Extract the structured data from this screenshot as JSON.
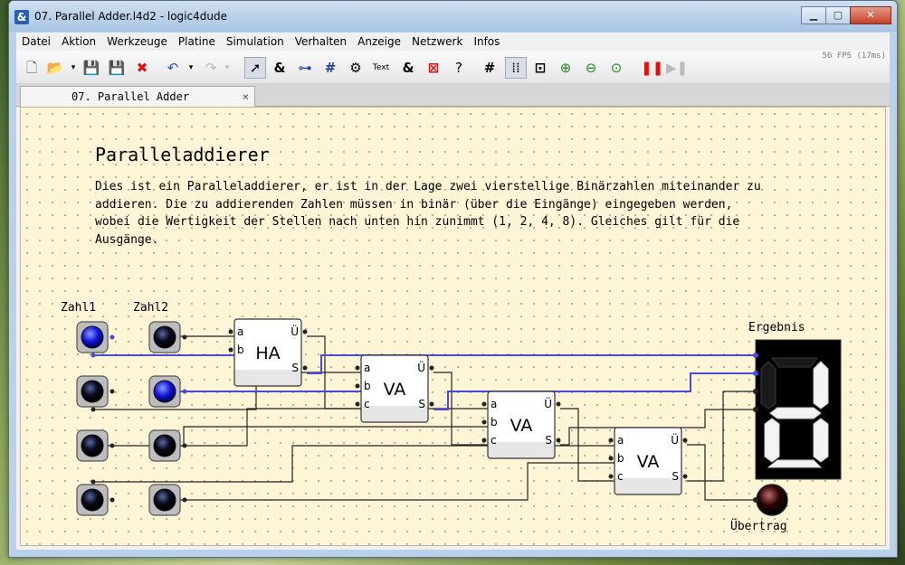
{
  "window": {
    "title": "07. Parallel Adder.l4d2 - logic4dude",
    "icon_glyph": "&"
  },
  "menu": [
    "Datei",
    "Aktion",
    "Werkzeuge",
    "Platine",
    "Simulation",
    "Verhalten",
    "Anzeige",
    "Netzwerk",
    "Infos"
  ],
  "toolbar": {
    "fps": "56 FPS (17ms)",
    "text_tool_label": "Text"
  },
  "tab": {
    "label": "07. Parallel Adder",
    "close_glyph": "×"
  },
  "document": {
    "title": "Paralleladdierer",
    "body": "Dies ist ein Paralleladdierer, er ist in der Lage zwei vierstellige Binärzahlen miteinander zu addieren. Die zu addierenden Zahlen müssen in binär (über die Eingänge) eingegeben werden, wobei die Wertigkeit der Stellen nach unten hin zunimmt (1, 2, 4, 8). Gleiches gilt für die Ausgänge."
  },
  "labels": {
    "zahl1": "Zahl1",
    "zahl2": "Zahl2",
    "ergebnis": "Ergebnis",
    "uebertrag": "Übertrag"
  },
  "adders": [
    {
      "name": "HA",
      "inputs": [
        "a",
        "b"
      ],
      "outputs": [
        "Ü",
        "S"
      ]
    },
    {
      "name": "VA",
      "inputs": [
        "a",
        "b",
        "c"
      ],
      "outputs": [
        "Ü",
        "S"
      ]
    },
    {
      "name": "VA",
      "inputs": [
        "a",
        "b",
        "c"
      ],
      "outputs": [
        "Ü",
        "S"
      ]
    },
    {
      "name": "VA",
      "inputs": [
        "a",
        "b",
        "c"
      ],
      "outputs": [
        "Ü",
        "S"
      ]
    }
  ],
  "inputs_zahl1": [
    true,
    false,
    false,
    false
  ],
  "inputs_zahl2": [
    false,
    true,
    false,
    false
  ],
  "colors": {
    "wire_active": "#4a4ad8",
    "wire_inactive": "#222222",
    "canvas": "#fdf5d6"
  }
}
